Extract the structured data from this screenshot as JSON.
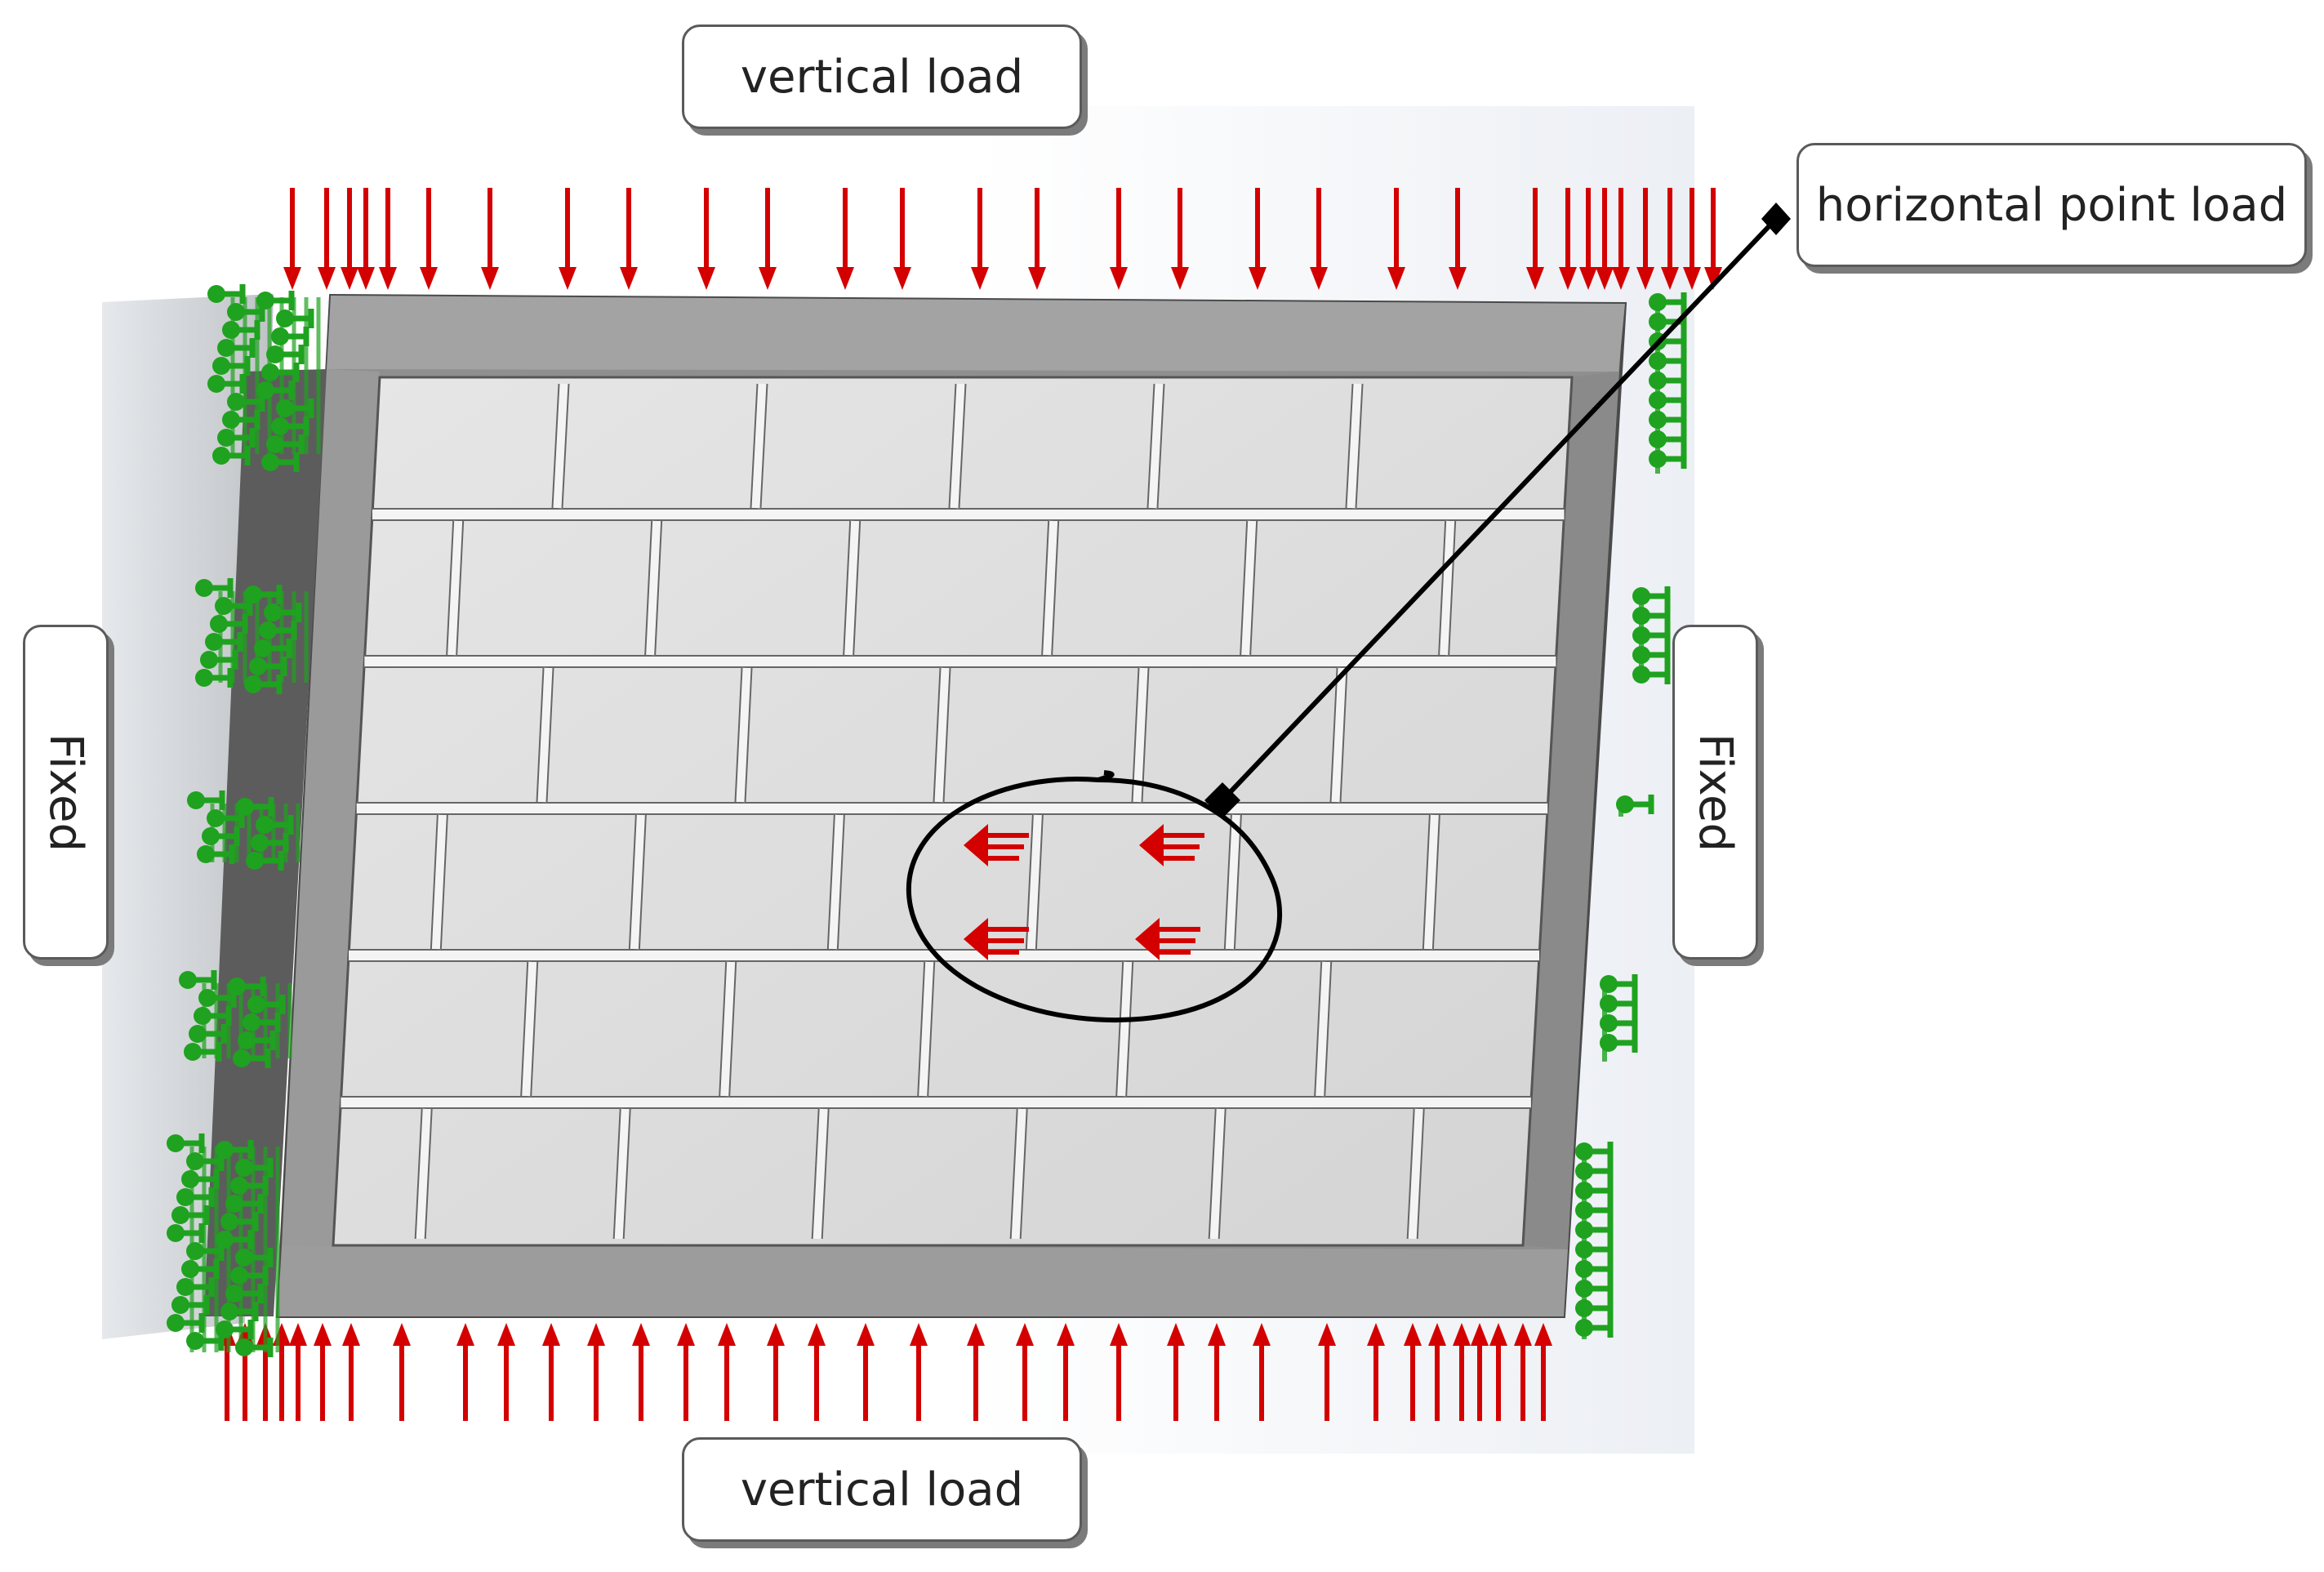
{
  "labels": {
    "top_load": "vertical load",
    "bottom_load": "vertical load",
    "horizontal_load": "horizontal point load",
    "left_support": "Fixed",
    "right_support": "Fixed"
  },
  "colors": {
    "load_arrow": "#d40000",
    "support": "#1fa21f",
    "frame": "#9a9a9a",
    "frame_dark": "#5c5c5c",
    "panel": "#dcdcdc",
    "joint": "#f4f4f4",
    "annotation": "#000000"
  },
  "icons": {
    "load": "red-arrow-icon",
    "support": "green-fixture-icon",
    "pointer": "diamond-pointer-icon"
  }
}
